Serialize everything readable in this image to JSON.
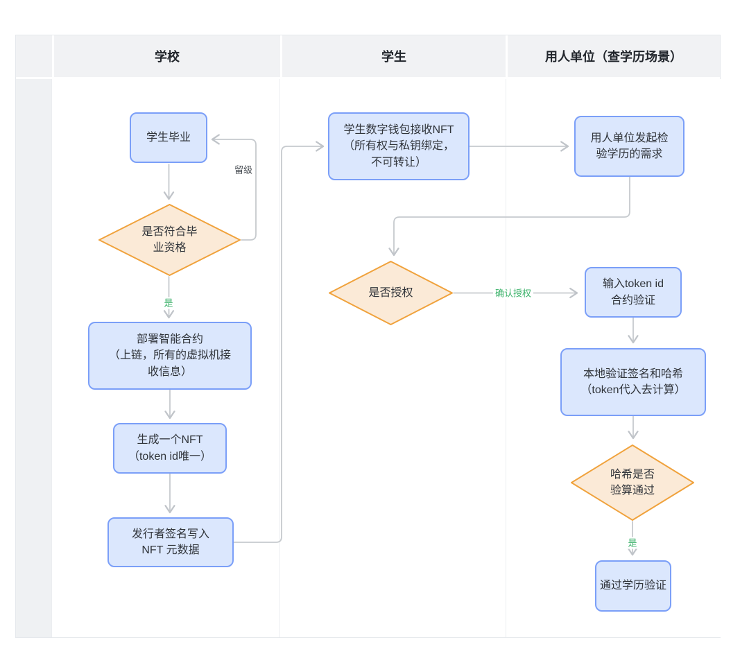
{
  "lanes": [
    {
      "title": "学校"
    },
    {
      "title": "学生"
    },
    {
      "title": "用人单位（查学历场景）"
    }
  ],
  "nodes": {
    "graduate": {
      "label": "学生毕业"
    },
    "qualify": {
      "label": "是否符合毕\n业资格"
    },
    "deploy": {
      "label": "部署智能合约\n（上链，所有的虚拟机接\n收信息）"
    },
    "mint": {
      "label": "生成一个NFT\n（token id唯一）"
    },
    "sign": {
      "label": "发行者签名写入\nNFT 元数据"
    },
    "wallet": {
      "label": "学生数字钱包接收NFT\n（所有权与私钥绑定，\n不可转让）"
    },
    "authorize": {
      "label": "是否授权"
    },
    "request": {
      "label": "用人单位发起检\n验学历的需求"
    },
    "verify_contract": {
      "label": "输入token id\n合约验证"
    },
    "verify_local": {
      "label": "本地验证签名和哈希\n（token代入去计算）"
    },
    "hash_check": {
      "label": "哈希是否\n验算通过"
    },
    "pass": {
      "label": "通过学历验证"
    }
  },
  "edge_labels": {
    "repeat_grade": "留级",
    "yes_qualify": "是",
    "confirm_auth": "确认授权",
    "yes_hash": "是"
  },
  "colors": {
    "process_fill": "#dbe7fd",
    "process_border": "#7b9ff8",
    "decision_fill": "#fbead7",
    "decision_border": "#f0a23c",
    "edge": "#c6cace",
    "label_green": "#3bb26a",
    "edge_label_dark": "#41464c",
    "lane_header_bg": "#f1f2f4",
    "lane_strip_bg": "#eff1f3"
  }
}
